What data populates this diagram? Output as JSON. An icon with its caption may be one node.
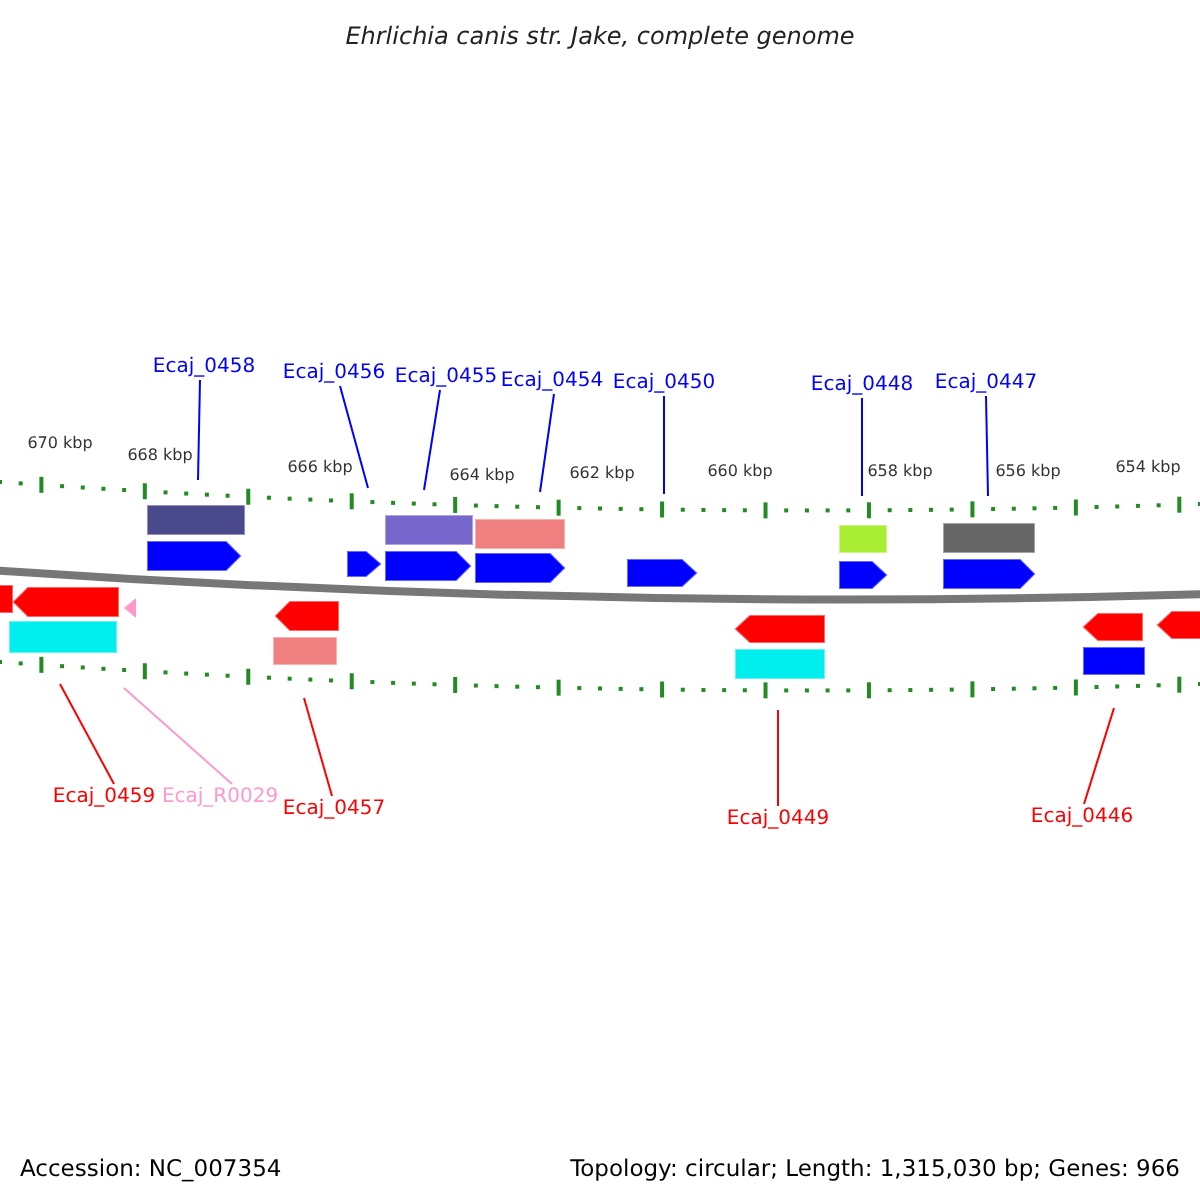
{
  "diagram": {
    "title": "Ehrlichia canis str. Jake, complete genome",
    "nodes": [
      {
        "text": [
          "Ecaj_0458"
        ]
      },
      {
        "text": [
          "Ecaj_0456"
        ]
      },
      {
        "text": [
          "Ecaj_0455"
        ]
      },
      {
        "text": [
          "Ecaj_0454"
        ]
      },
      {
        "text": [
          "Ecaj_0450"
        ]
      },
      {
        "text": [
          "Ecaj_0448"
        ]
      },
      {
        "text": [
          "Ecaj_0447"
        ]
      },
      {
        "text": [
          "Ecaj_0459"
        ]
      },
      {
        "text": [
          "Ecaj_R0029"
        ]
      },
      {
        "text": [
          "Ecaj_0457"
        ]
      },
      {
        "text": [
          "Ecaj_0449"
        ]
      },
      {
        "text": [
          "Ecaj_0446"
        ]
      }
    ],
    "edges": [
      {
        "from": 0,
        "to": null,
        "arrow": "none"
      },
      {
        "from": 1,
        "to": null,
        "arrow": "none"
      },
      {
        "from": 2,
        "to": null,
        "arrow": "none"
      },
      {
        "from": 3,
        "to": null,
        "arrow": "none"
      },
      {
        "from": 4,
        "to": null,
        "arrow": "none"
      },
      {
        "from": 5,
        "to": null,
        "arrow": "none"
      },
      {
        "from": 6,
        "to": null,
        "arrow": "none"
      },
      {
        "from": 7,
        "to": null,
        "arrow": "none",
        "color": "#ff0000"
      },
      {
        "from": 8,
        "to": null,
        "arrow": "none",
        "color": "#ff99cc"
      },
      {
        "from": 9,
        "to": null,
        "arrow": "none",
        "color": "#ff0000"
      },
      {
        "from": 10,
        "to": null,
        "arrow": "none",
        "color": "#ff0000"
      },
      {
        "from": 11,
        "to": null,
        "arrow": "none",
        "color": "#ff0000"
      }
    ],
    "labels": [
      "670 kbp",
      "668 kbp",
      "666 kbp",
      "664 kbp",
      "662 kbp",
      "660 kbp",
      "658 kbp",
      "656 kbp",
      "654 kbp",
      "Accession: NC_007354",
      "Topology: circular; Length: 1,315,030 bp; Genes: 966"
    ]
  }
}
